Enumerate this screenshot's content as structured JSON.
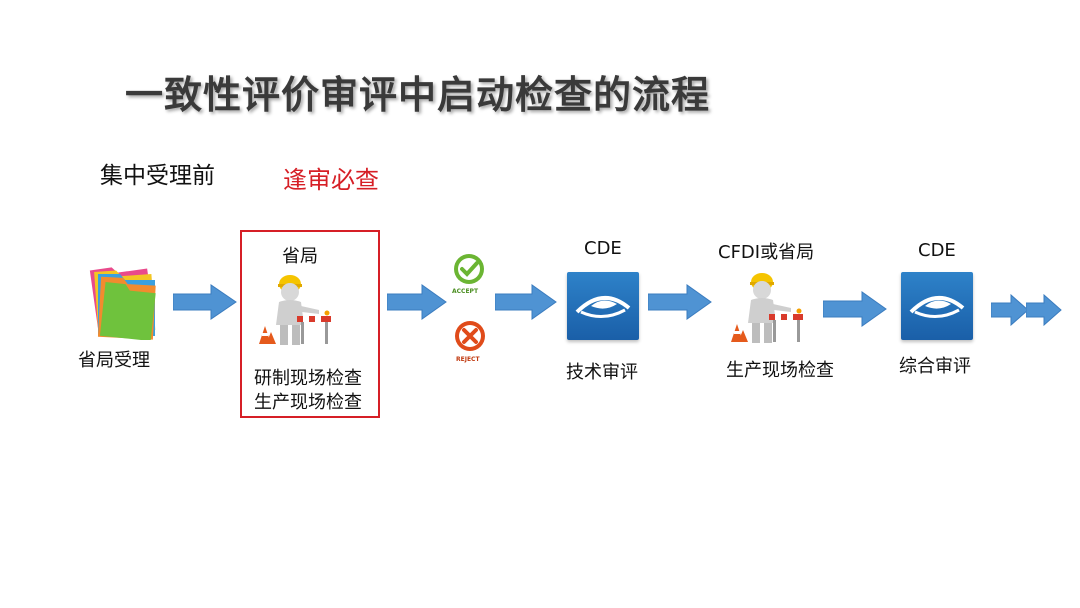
{
  "title": "一致性评价审评中启动检查的流程",
  "pre_label": "集中受理前",
  "red_label": "逢审必查",
  "colors": {
    "red": "#d61f26",
    "arrow": "#4f93d3",
    "accept": "#6bb533",
    "reject": "#e04b1a"
  },
  "nodes": {
    "province_accept": {
      "label": "省局受理",
      "icon": "folders-icon"
    },
    "province_inspect": {
      "top_label": "省局",
      "line1": "研制现场检查",
      "line2": "生产现场检查",
      "icon": "construction-worker-icon"
    },
    "decision": {
      "accept_label": "ACCEPT",
      "reject_label": "REJECT"
    },
    "tech_review": {
      "top_label": "CDE",
      "label": "技术审评",
      "icon": "cde-logo-icon"
    },
    "cfdi_inspect": {
      "top_label": "CFDI或省局",
      "label": "生产现场检查",
      "icon": "construction-worker-icon"
    },
    "comprehensive_review": {
      "top_label": "CDE",
      "label": "综合审评",
      "icon": "cde-logo-icon"
    }
  }
}
